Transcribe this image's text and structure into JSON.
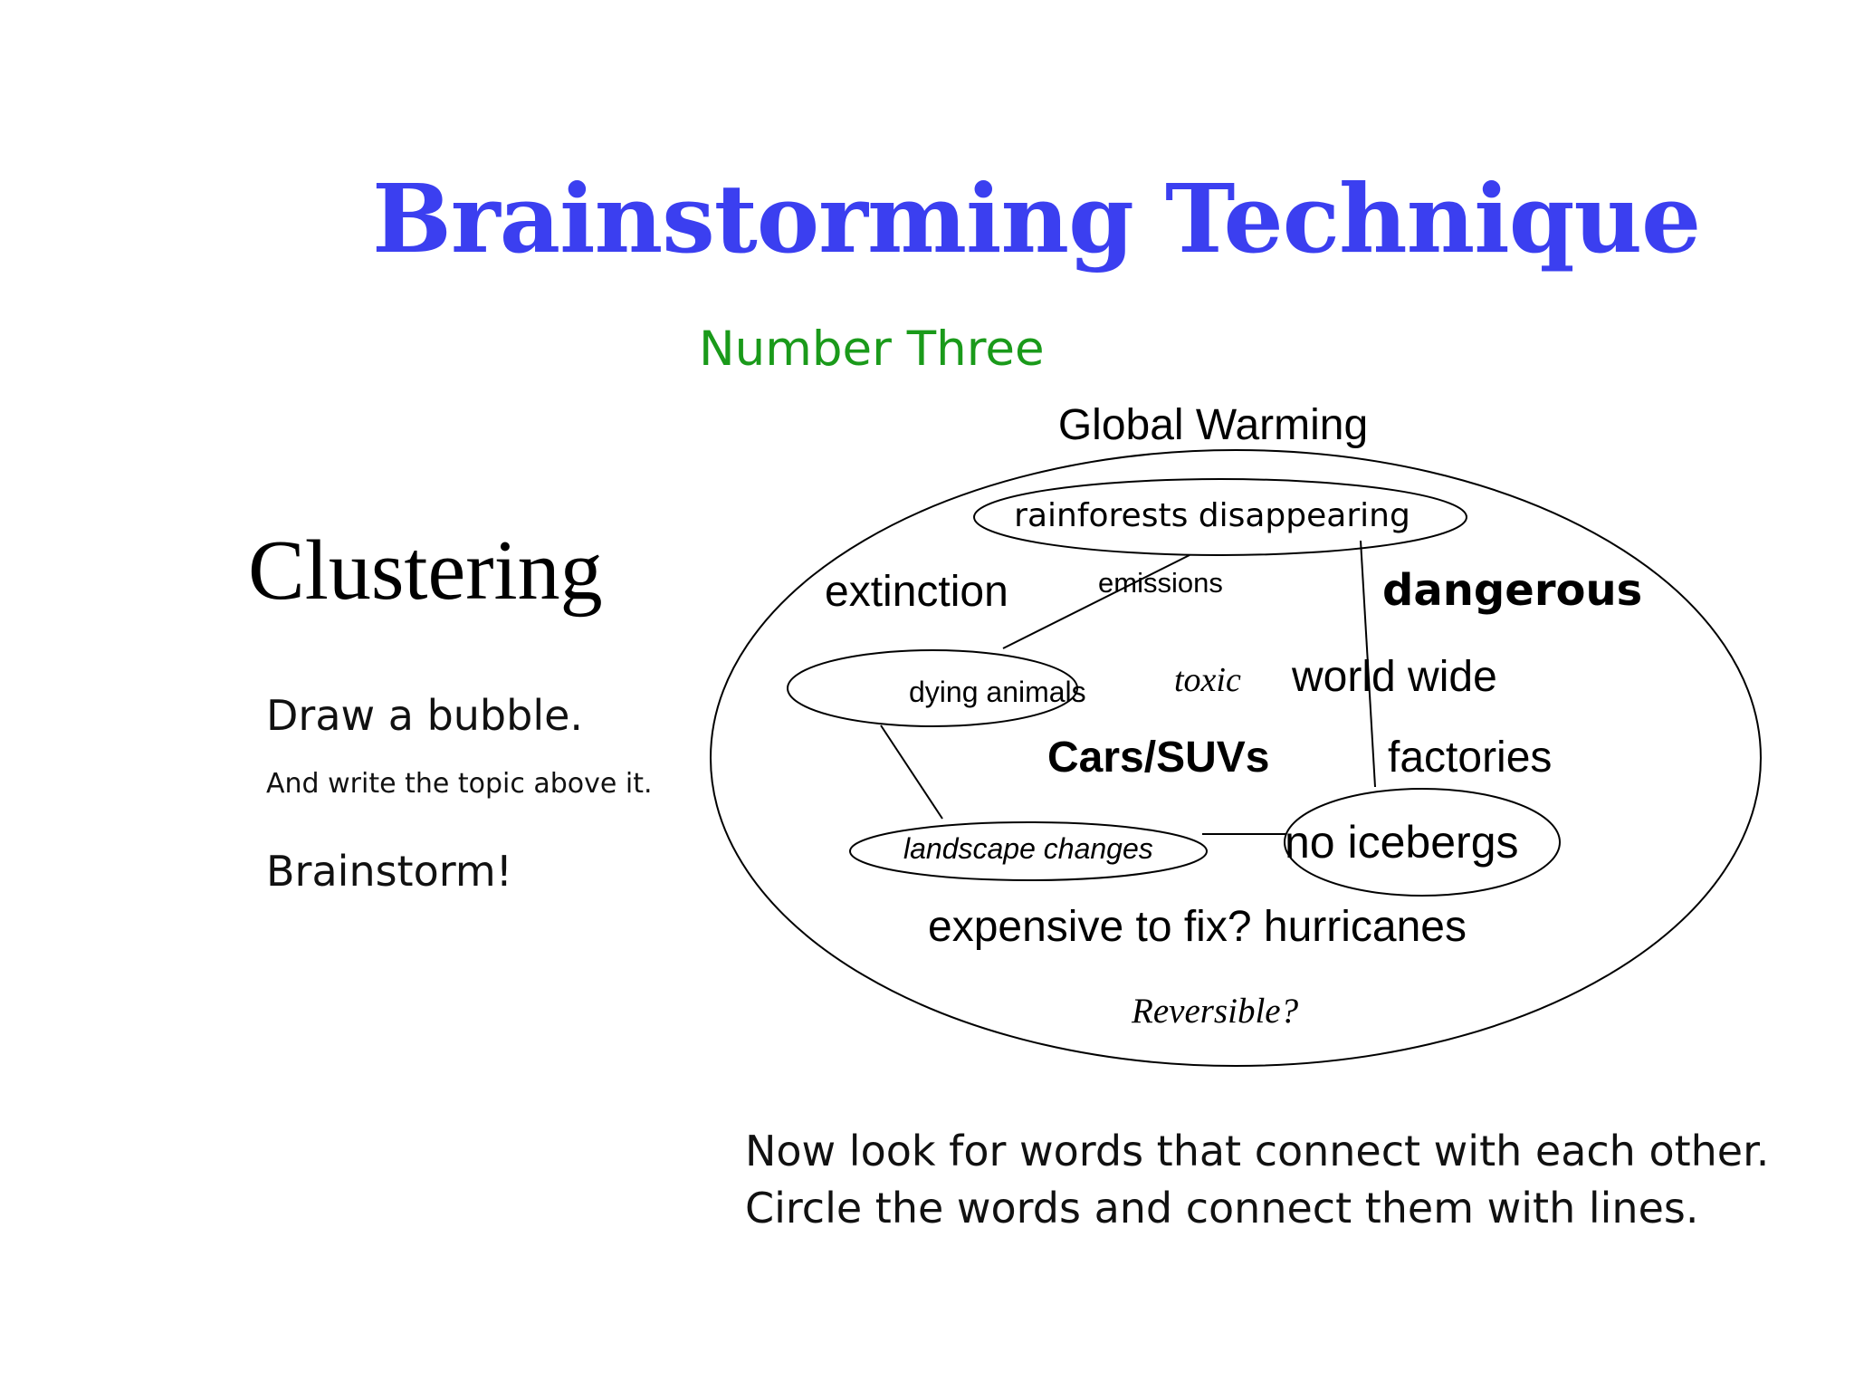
{
  "slide": {
    "title": "Brainstorming Technique",
    "subtitle": "Number Three",
    "method": "Clustering",
    "instructions": [
      "Draw a bubble.",
      "And write the topic above it.",
      "Brainstorm!"
    ],
    "footer_lines": [
      "Now look for words that connect with each other.",
      "Circle the words and connect them with lines."
    ]
  },
  "diagram": {
    "topic": "Global Warming",
    "words": {
      "rainforests": "rainforests disappearing",
      "extinction": "extinction",
      "emissions": "emissions",
      "dangerous": "dangerous",
      "dying_animals": "dying animals",
      "toxic": "toxic",
      "world_wide": "world wide",
      "cars": "Cars/SUVs",
      "factories": "factories",
      "landscape": "landscape changes",
      "icebergs": "no icebergs",
      "expensive": "expensive to fix? hurricanes",
      "reversible": "Reversible?"
    },
    "colors": {
      "title": "#3b3ff0",
      "subtitle": "#1a9a1a",
      "ink": "#000000"
    }
  }
}
